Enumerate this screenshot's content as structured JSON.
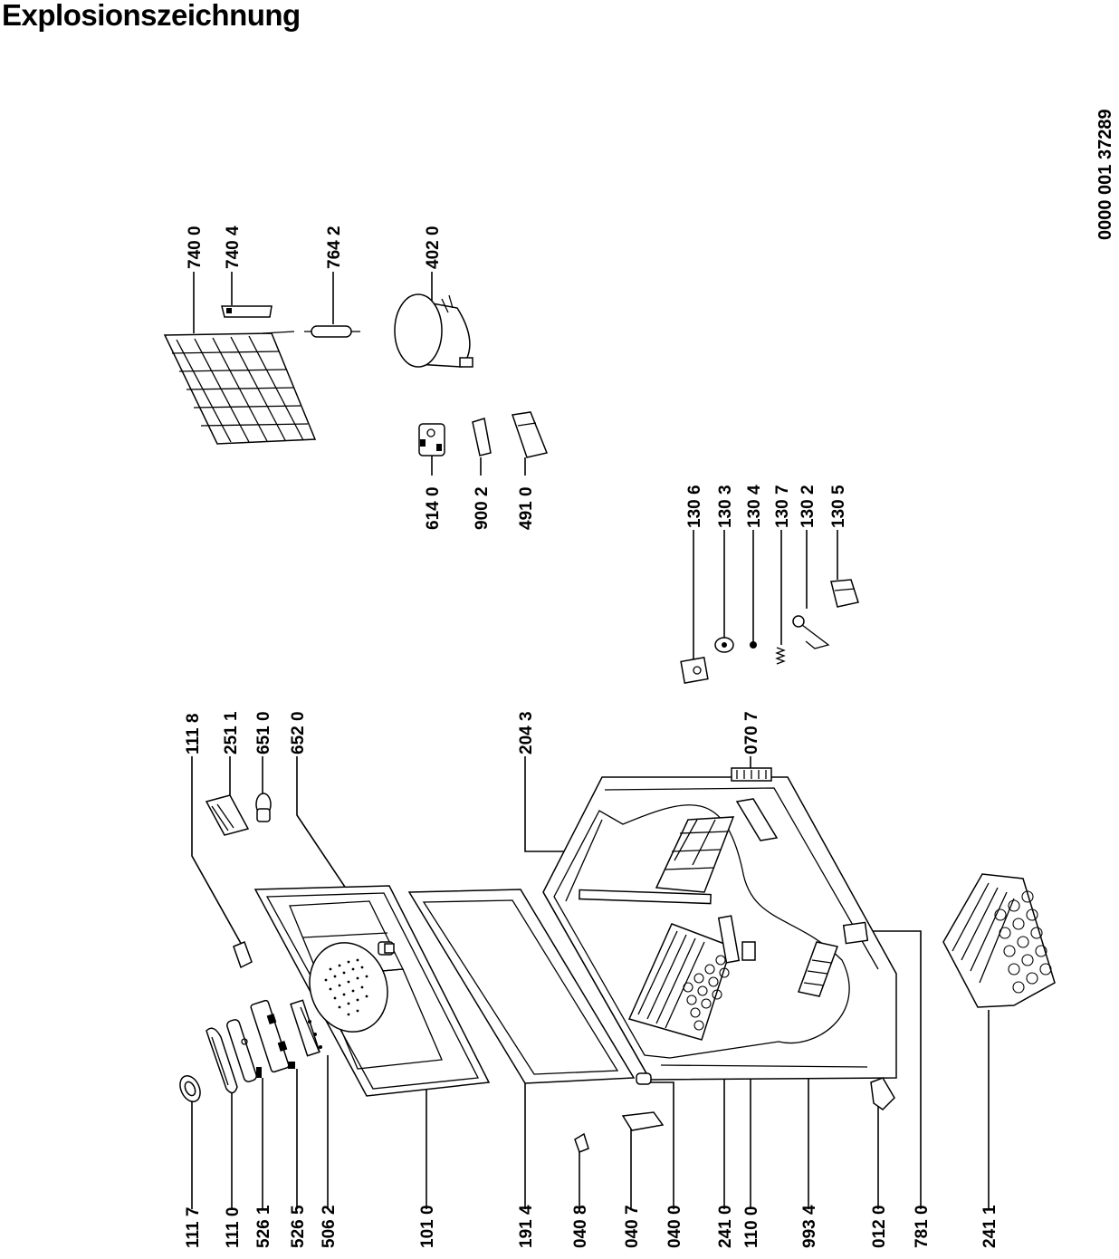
{
  "title": "Explosionszeichnung",
  "document_number": "0000 001 37289",
  "parts": {
    "p1117": "111 7",
    "p1110": "111 0",
    "p5261": "526 1",
    "p5265": "526 5",
    "p5062": "506 2",
    "p1010": "101 0",
    "p1914": "191 4",
    "p0408": "040 8",
    "p0407": "040 7",
    "p0400": "040 0",
    "p2410": "241 0",
    "p1100": "110 0",
    "p9934": "993 4",
    "p0120": "012 0",
    "p7810": "781 0",
    "p2411": "241 1",
    "p1118": "111 8",
    "p2511": "251 1",
    "p6510": "651 0",
    "p6520": "652 0",
    "p2043": "204 3",
    "p0707": "070 7",
    "p1306": "130 6",
    "p1303": "130 3",
    "p1304": "130 4",
    "p1307": "130 7",
    "p1302": "130 2",
    "p1305": "130 5",
    "p6140": "614 0",
    "p9002": "900 2",
    "p4910": "491 0",
    "p7400": "740 0",
    "p7404": "740 4",
    "p7642": "764 2",
    "p4020": "402 0"
  }
}
